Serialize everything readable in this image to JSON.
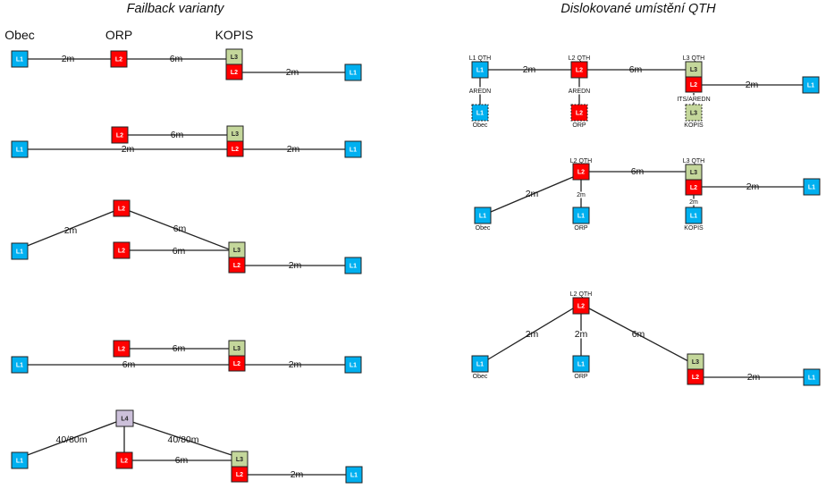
{
  "titles": {
    "left": "Failback varianty",
    "right": "Dislokované umístění QTH"
  },
  "headers": {
    "obec": "Obec",
    "orp": "ORP",
    "kopis": "KOPIS"
  },
  "node_labels": {
    "l1": "L1",
    "l2": "L2",
    "l3": "L3",
    "l4": "L4"
  },
  "edge_labels": {
    "m2": "2m",
    "m6": "6m",
    "m4080": "40/80m"
  },
  "captions": {
    "l1_qth": "L1 QTH",
    "l2_qth": "L2 QTH",
    "l3_qth": "L3 QTH",
    "aredn": "AREDN",
    "its_aredn": "ITS/AREDN",
    "obec": "Obec",
    "orp": "ORP",
    "kopis": "KOPIS"
  },
  "colors": {
    "l1": "#00b0f0",
    "l2": "#ff0000",
    "l3": "#c4d79b",
    "l4": "#ccc0da",
    "l1_text": "#ffffff",
    "l2_text": "#ffffff",
    "l3_text": "#222222",
    "l4_text": "#222222"
  }
}
